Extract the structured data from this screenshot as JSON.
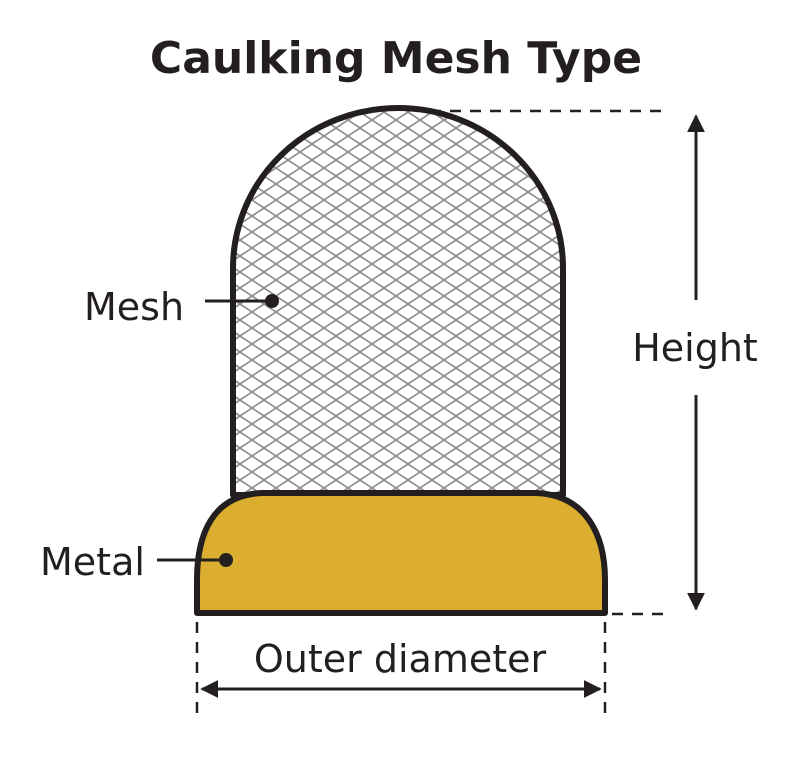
{
  "title": "Caulking Mesh Type",
  "labels": {
    "mesh": "Mesh",
    "metal": "Metal",
    "height": "Height",
    "outer_diameter": "Outer diameter"
  },
  "colors": {
    "outline": "#231f20",
    "metal_fill": "#dcae2f",
    "mesh_lines": "#8a8a8a",
    "background": "#ffffff"
  }
}
